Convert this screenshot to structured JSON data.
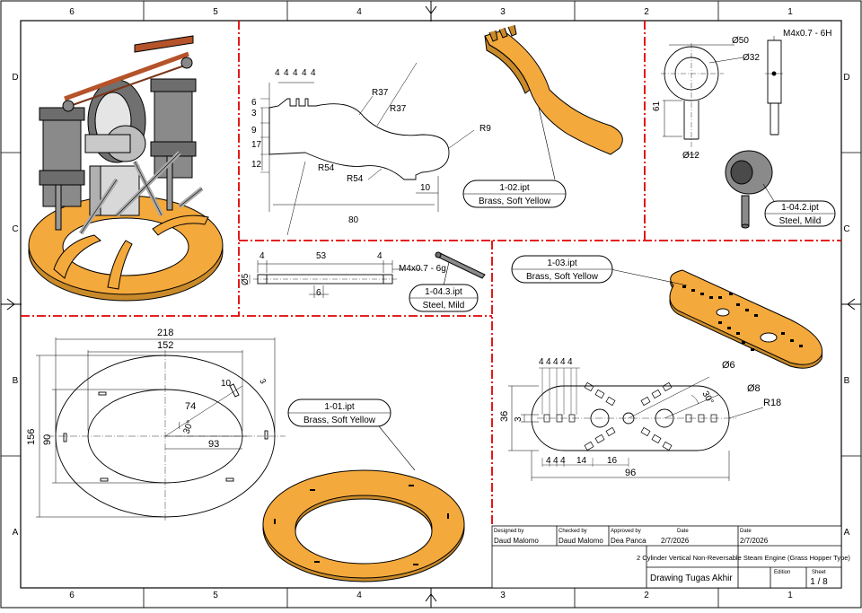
{
  "frame": {
    "col_labels": [
      "6",
      "5",
      "4",
      "3",
      "2",
      "1"
    ],
    "row_labels": [
      "D",
      "C",
      "B",
      "A"
    ]
  },
  "colors": {
    "brass": "#f4a93c",
    "brass_dark": "#c98a2a",
    "steel": "#9a9a9a",
    "steel_dark": "#555555",
    "copper": "#b5532a",
    "red_line": "#e00000",
    "callout_bg": "#ffffff"
  },
  "views": {
    "part_102": {
      "callout": {
        "file": "1-02.ipt",
        "material": "Brass, Soft Yellow"
      },
      "dims": {
        "pitch": [
          "4",
          "4",
          "4",
          "4",
          "4"
        ],
        "left": [
          "6",
          "3",
          "9",
          "17",
          "12"
        ],
        "r1": "R37",
        "r2": "R37",
        "r3": "R9",
        "r4": "R54",
        "r5": "R54",
        "bottom": "10",
        "length": "80"
      }
    },
    "part_1042": {
      "callout": {
        "file": "1-04.2.ipt",
        "material": "Steel, Mild"
      },
      "dims": {
        "outer": "Ø50",
        "inner": "Ø32",
        "thread": "M4x0.7 - 6H",
        "height": "61",
        "shaft": "Ø12"
      }
    },
    "part_1043": {
      "callout": {
        "file": "1-04.3.ipt",
        "material": "Steel, Mild"
      },
      "dims": {
        "left": "4",
        "mid": "53",
        "right": "4",
        "dia": "Ø5",
        "groove": "6",
        "thread": "M4x0.7 - 6g"
      }
    },
    "part_101": {
      "callout": {
        "file": "1-01.ipt",
        "material": "Brass, Soft Yellow"
      },
      "dims": {
        "outer_w": "218",
        "inner_w": "152",
        "outer_h": "156",
        "inner_h": "90",
        "r74": "74",
        "angle": "30°",
        "r93": "93",
        "slot_w": "10",
        "slot_h": "3"
      }
    },
    "part_103": {
      "callout": {
        "file": "1-03.ipt",
        "material": "Brass, Soft Yellow"
      },
      "dims": {
        "pitch": [
          "4",
          "4",
          "4",
          "4",
          "4"
        ],
        "hole6": "Ø6",
        "hole8": "Ø8",
        "angle": "30°",
        "radius": "R18",
        "height": "36",
        "slot": "3",
        "bottom": [
          "4",
          "4",
          "4",
          "14",
          "16"
        ],
        "length": "96"
      }
    }
  },
  "title_block": {
    "designed_by_label": "Designed by",
    "designed_by": "Daud Malomo",
    "checked_by_label": "Checked by",
    "checked_by": "Daud Malomo",
    "approved_by_label": "Approved by",
    "approved_by": "Dea Panca",
    "date_label": "Date",
    "date1": "2/7/2026",
    "date2_label": "Date",
    "date2": "2/7/2026",
    "project": "2 Cylinder Vertical Non-Reversable Steam Engine (Grass Hopper Type)",
    "drawing_title": "Drawing Tugas Akhir",
    "edition_label": "Edition",
    "sheet_label": "Sheet",
    "sheet": "1 / 8"
  }
}
